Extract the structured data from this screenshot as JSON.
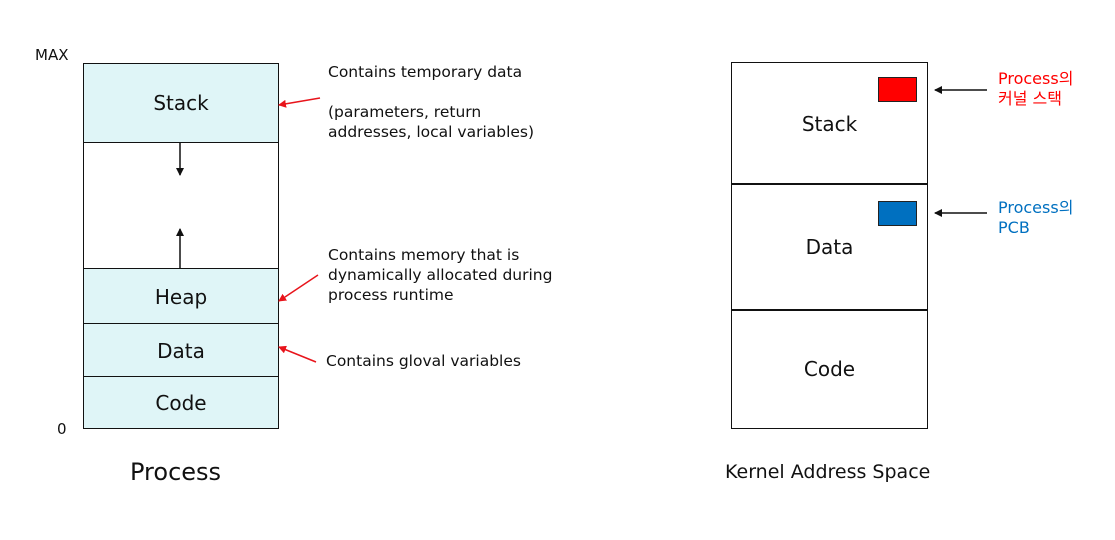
{
  "process": {
    "title": "Process",
    "axis": {
      "max_label": "MAX",
      "min_label": "0"
    },
    "segments": {
      "stack": "Stack",
      "heap": "Heap",
      "data": "Data",
      "code": "Code"
    },
    "annotations": {
      "stack_line1": "Contains temporary data",
      "stack_line2": "(parameters, return",
      "stack_line3": "addresses, local variables)",
      "heap_line1": "Contains memory that is",
      "heap_line2": "dynamically allocated during",
      "heap_line3": "process runtime",
      "data_line1": "Contains gloval variables"
    }
  },
  "kernel": {
    "title": "Kernel Address Space",
    "segments": {
      "stack": "Stack",
      "data": "Data",
      "code": "Code"
    },
    "labels": {
      "kstack_line1": "Process의",
      "kstack_line2": "커널 스택",
      "pcb_line1": "Process의",
      "pcb_line2": "PCB"
    }
  },
  "colors": {
    "segment_fill": "#dff5f7",
    "annotation_arrow": "#e8141b",
    "kernel_stack_marker": "#ff0000",
    "pcb_marker": "#0070c0",
    "kernel_stack_label": "#ff0000",
    "pcb_label": "#0070c0"
  }
}
